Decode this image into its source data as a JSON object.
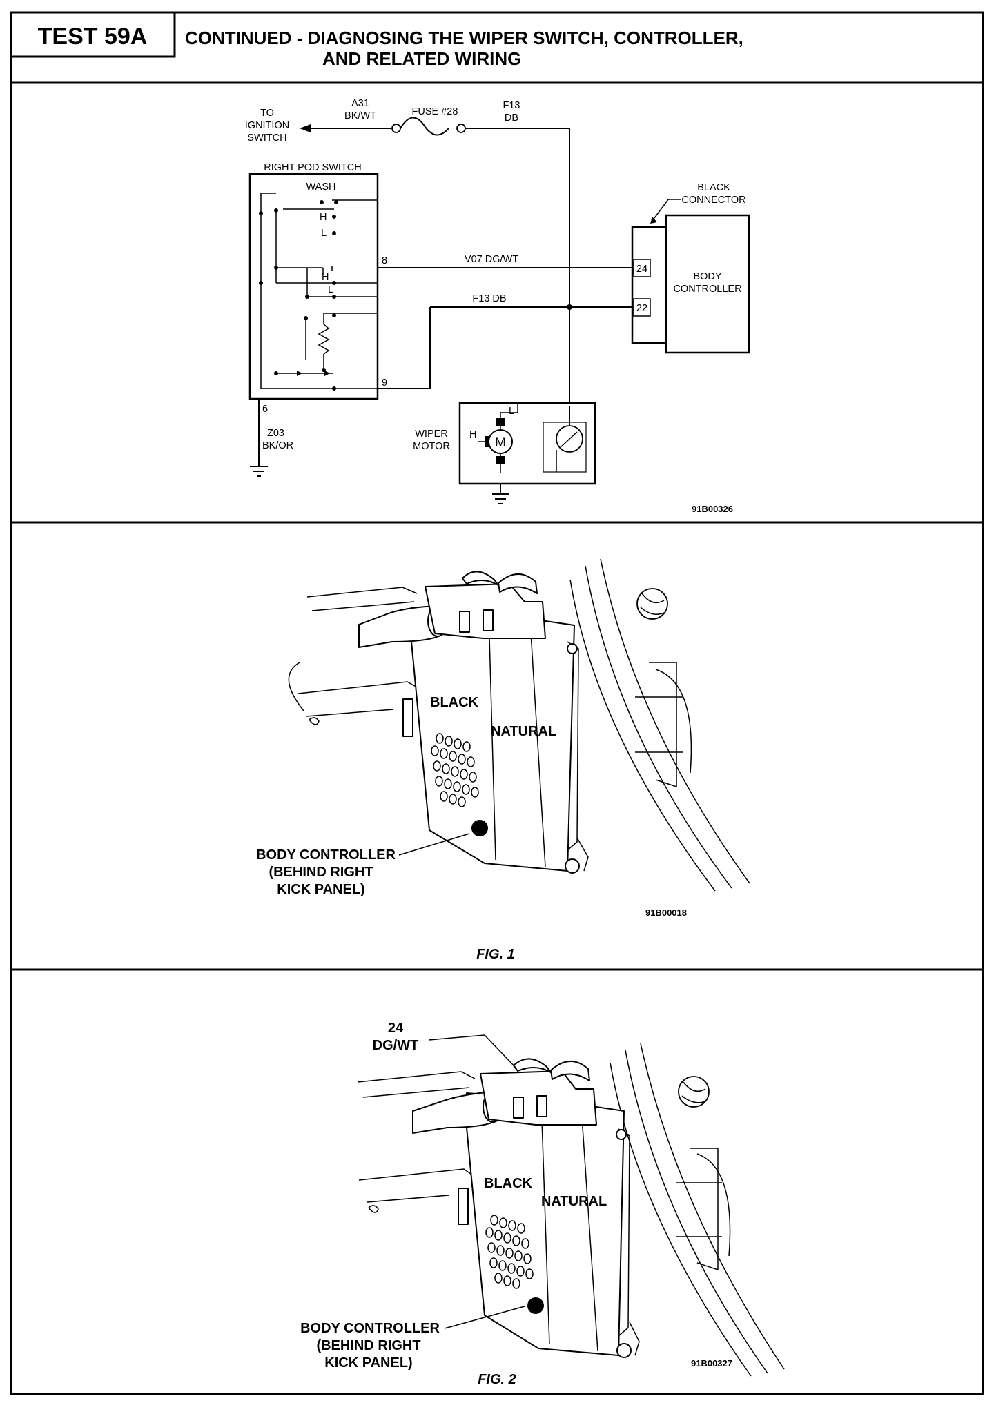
{
  "header": {
    "test_id": "TEST 59A",
    "title_line1": "CONTINUED - DIAGNOSING THE WIPER SWITCH, CONTROLLER,",
    "title_line2": "AND RELATED WIRING"
  },
  "schematic": {
    "to_ignition": [
      "TO",
      "IGNITION",
      "SWITCH"
    ],
    "wire_a31": [
      "A31",
      "BK/WT"
    ],
    "fuse": "FUSE #28",
    "wire_f13_top": [
      "F13",
      "DB"
    ],
    "right_pod_switch": "RIGHT POD SWITCH",
    "wash": "WASH",
    "h1": "H",
    "l1": "L",
    "h2": "H",
    "l2": "L",
    "pin8": "8",
    "pin9": "9",
    "pin6": "6",
    "wire_v07": "V07 DG/WT",
    "wire_f13": "F13 DB",
    "black_connector": [
      "BLACK",
      "CONNECTOR"
    ],
    "cavity_24": "24",
    "cavity_22": "22",
    "body_controller": [
      "BODY",
      "CONTROLLER"
    ],
    "wire_z03": [
      "Z03",
      "BK/OR"
    ],
    "wiper_motor": [
      "WIPER",
      "MOTOR"
    ],
    "motor_h": "H",
    "motor_l": "L",
    "motor_m": "M",
    "code": "91B00326"
  },
  "figure1": {
    "black": "BLACK",
    "natural": "NATURAL",
    "body_controller": [
      "BODY CONTROLLER",
      "(BEHIND RIGHT",
      "KICK PANEL)"
    ],
    "code": "91B00018",
    "caption": "FIG. 1"
  },
  "figure2": {
    "pin_label": [
      "24",
      "DG/WT"
    ],
    "black": "BLACK",
    "natural": "NATURAL",
    "body_controller": [
      "BODY CONTROLLER",
      "(BEHIND RIGHT",
      "KICK PANEL)"
    ],
    "code": "91B00327",
    "caption": "FIG. 2"
  }
}
